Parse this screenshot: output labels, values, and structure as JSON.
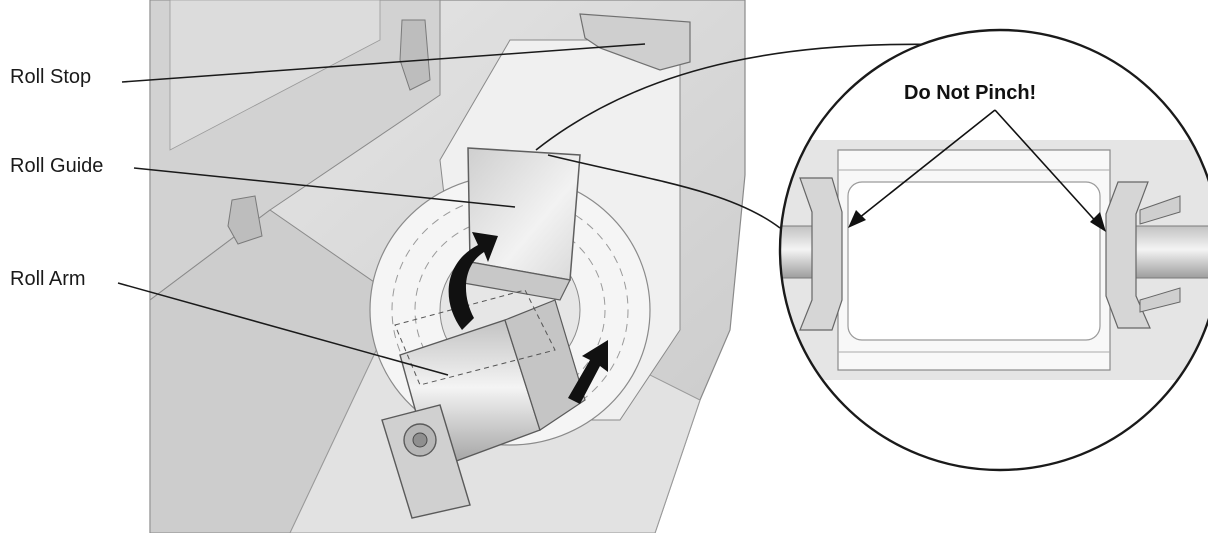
{
  "labels": {
    "roll_stop": "Roll Stop",
    "roll_guide": "Roll Guide",
    "roll_arm": "Roll Arm",
    "do_not_pinch": "Do Not Pinch!"
  },
  "icons": [
    "up-arrow-icon",
    "curved-up-arrow-icon",
    "pointer-arrow-icon"
  ],
  "colors": {
    "line": "#1a1a1a",
    "printer_body": "#d9d9d9",
    "printer_shadow": "#b8b8b8",
    "label_roll": "#f7f7f7"
  }
}
